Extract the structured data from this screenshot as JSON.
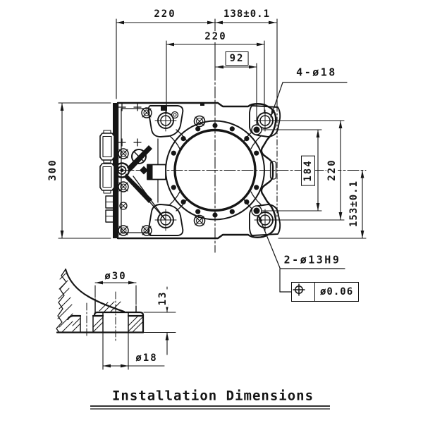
{
  "title": {
    "text": "Installation Dimensions"
  },
  "top_view": {
    "dim_width_left": "220",
    "dim_width_right": "138±0.1",
    "dim_hole_span_h": "220",
    "dim_dowel_offset": "92",
    "dim_height": "300",
    "dim_dowel_span_v": "184",
    "dim_hole_span_v": "220",
    "dim_center_to_bottom": "153±0.1",
    "callout_mount_holes": "4-ø18",
    "callout_dowel_holes": "2-ø13H9",
    "fcf_value": "ø0.06"
  },
  "section_view": {
    "dim_counterbore": "ø30",
    "dim_thickness": "13",
    "dim_hole": "ø18"
  },
  "icons": {
    "fcf_symbol": "position-tolerance-icon"
  },
  "colors": {
    "line": "#151515",
    "background": "#ffffff"
  }
}
